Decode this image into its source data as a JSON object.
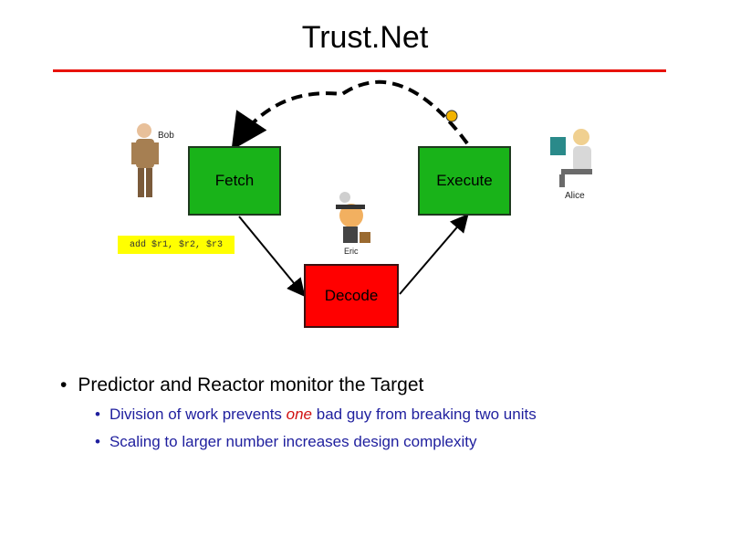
{
  "title": "Trust.Net",
  "boxes": {
    "fetch": "Fetch",
    "execute": "Execute",
    "decode": "Decode"
  },
  "instruction": "add $r1, $r2, $r3",
  "people": {
    "bob": "Bob",
    "alice": "Alice",
    "eric": "Eric"
  },
  "bullets": {
    "main": "Predictor and Reactor monitor the Target",
    "sub1_prefix": "Division of work prevents ",
    "sub1_emph": "one",
    "sub1_suffix": " bad guy from breaking two units",
    "sub2": "Scaling to larger number increases design complexity"
  },
  "colors": {
    "rule": "#e8120c",
    "green_box": "#19b319",
    "red_box": "#ff0000",
    "instruction_bg": "#ffff00",
    "sub_bullet_text": "#1f1f9e"
  }
}
